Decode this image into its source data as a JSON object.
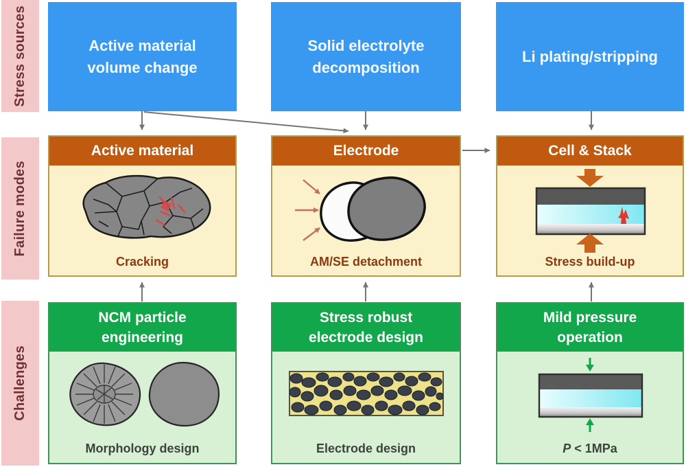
{
  "palette": {
    "blue": "#3999F0",
    "orange": "#C05A11",
    "cream": "#FBF2CC",
    "cream-border": "#B59B4C",
    "green": "#12A74B",
    "green-light": "#D8F1D4",
    "green-border": "#3F9455",
    "pink": "#F2C8C9",
    "sidebar-text": "#703232",
    "caption-red": "#8A3A10",
    "caption-dark": "#3C433C",
    "connector": "#757575",
    "arrow-orange": "#C8641C",
    "salmon": "#C4705C",
    "dendrite": "#E2372E"
  },
  "sidebar": {
    "rows": [
      {
        "label": "Stress sources"
      },
      {
        "label": "Failure modes"
      },
      {
        "label": "Challenges"
      }
    ]
  },
  "stress_sources": {
    "boxes": [
      {
        "label": "Active material volume change"
      },
      {
        "label": "Solid electrolyte decomposition"
      },
      {
        "label": "Li plating/stripping"
      }
    ]
  },
  "failure_modes": {
    "boxes": [
      {
        "title": "Active material",
        "caption": "Cracking",
        "illustration": "cracked-ncm-particle"
      },
      {
        "title": "Electrode",
        "caption": "AM/SE detachment",
        "illustration": "particle-detached-from-solid-electrolyte"
      },
      {
        "title": "Cell & Stack",
        "caption": "Stress build-up",
        "illustration": "cell-stack-under-pressure-with-dendrite"
      }
    ]
  },
  "challenges": {
    "boxes": [
      {
        "title": "NCM particle engineering",
        "caption": "Morphology design",
        "illustration": "polycrystal-and-single-crystal-particles"
      },
      {
        "title": "Stress robust electrode design",
        "caption": "Electrode design",
        "illustration": "composite-electrode-microstructure"
      },
      {
        "title": "Mild pressure operation",
        "caption_italic": "P",
        "caption_rest": " < 1MPa",
        "illustration": "cell-stack-mild-pressure"
      }
    ]
  }
}
